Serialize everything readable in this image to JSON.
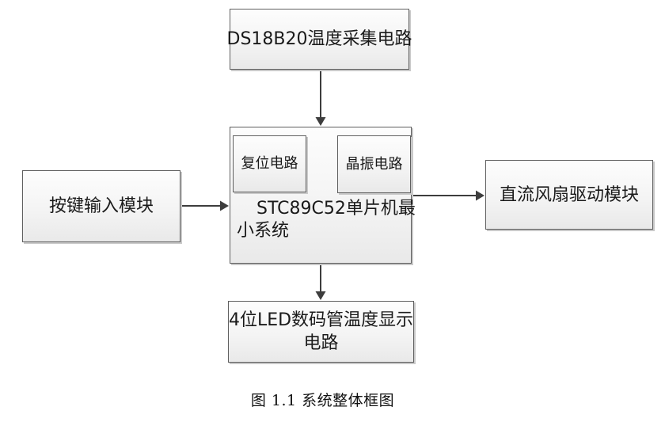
{
  "figure": {
    "caption": "图 1.1 系统整体框图"
  },
  "nodes": {
    "temp_sensor": {
      "label": "DS18B20温度采集电路"
    },
    "key_input": {
      "label": "按键输入模块"
    },
    "fan_driver": {
      "label": "直流风扇驱动模块"
    },
    "mcu": {
      "label": "STC89C52单片机最小系统",
      "lines": [
        "STC89C52单片机最",
        "小系统"
      ]
    },
    "reset_circuit": {
      "label": "复位电路"
    },
    "crystal_circuit": {
      "label": "晶振电路"
    },
    "led_display": {
      "label": "4位LED数码管温度显示电路",
      "lines": [
        "4位LED数码管温度显示",
        "电路"
      ]
    }
  },
  "connections": [
    {
      "from": "temp_sensor",
      "to": "mcu",
      "direction": "down"
    },
    {
      "from": "key_input",
      "to": "mcu",
      "direction": "right"
    },
    {
      "from": "mcu",
      "to": "fan_driver",
      "direction": "right"
    },
    {
      "from": "mcu",
      "to": "led_display",
      "direction": "down"
    }
  ],
  "colors": {
    "background": "#ffffff",
    "box_border": "#5f5f5f",
    "box_shadow": "#c9c9c9",
    "box_fill_top": "#fdfdfd",
    "box_fill_bottom": "#e9e9e9",
    "arrow": "#3d3d3d",
    "text": "#1a1a1a"
  }
}
